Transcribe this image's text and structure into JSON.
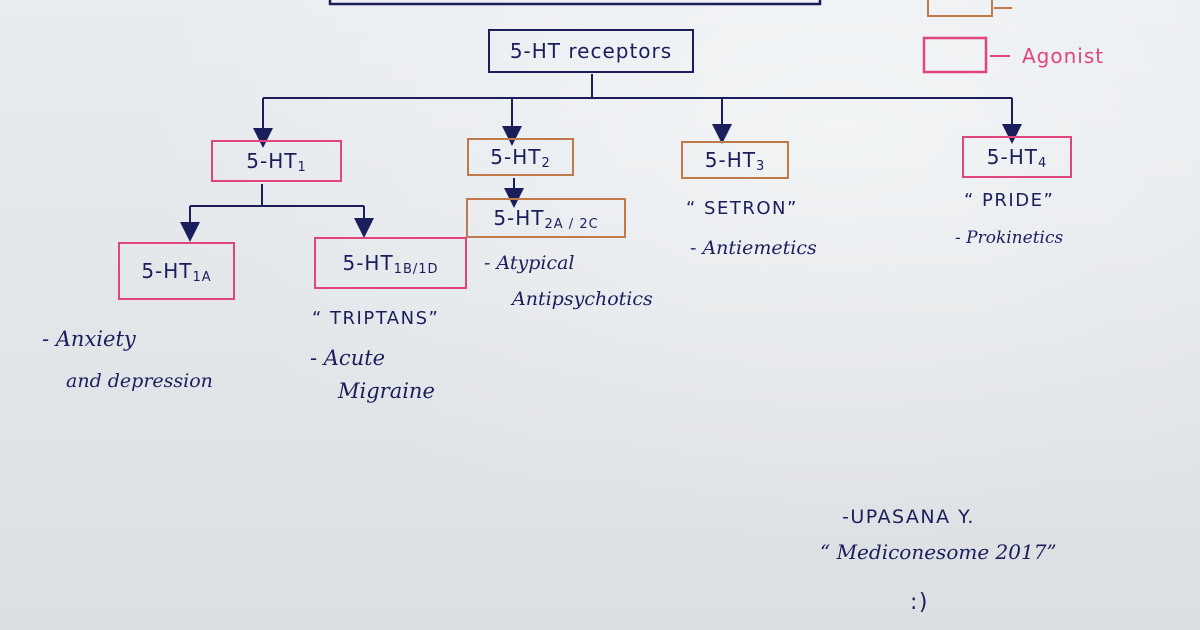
{
  "legend": {
    "agonist_label": "Agonist"
  },
  "root": {
    "label": "5-HT receptors"
  },
  "receptors": {
    "r1": {
      "base": "5-HT",
      "sub": "1"
    },
    "r2": {
      "base": "5-HT",
      "sub": "2"
    },
    "r2ac": {
      "base": "5-HT",
      "sub": "2A / 2C"
    },
    "r3": {
      "base": "5-HT",
      "sub": "3"
    },
    "r4": {
      "base": "5-HT",
      "sub": "4"
    },
    "r1a": {
      "base": "5-HT",
      "sub": "1A"
    },
    "r1bd": {
      "base": "5-HT",
      "sub": "1B/1D"
    }
  },
  "notes": {
    "anxiety_line1": "- Anxiety",
    "anxiety_line2": "and depression",
    "triptans": "“ TRIPTANS”",
    "migraine_line1": "- Acute",
    "migraine_line2": "Migraine",
    "atypical_line1": "- Atypical",
    "atypical_line2": "Antipsychotics",
    "setron": "“ SETRON”",
    "antiemetics": "- Antiemetics",
    "pride": "“ PRIDE”",
    "prokinetics": "- Prokinetics"
  },
  "signature": {
    "author": "-UPASANA Y.",
    "site": "“ Mediconesome 2017”",
    "smiley": ":)"
  },
  "colors": {
    "ink": "#1a1f5c",
    "agonist": "#e0457e",
    "antagonist": "#c07a4a"
  }
}
